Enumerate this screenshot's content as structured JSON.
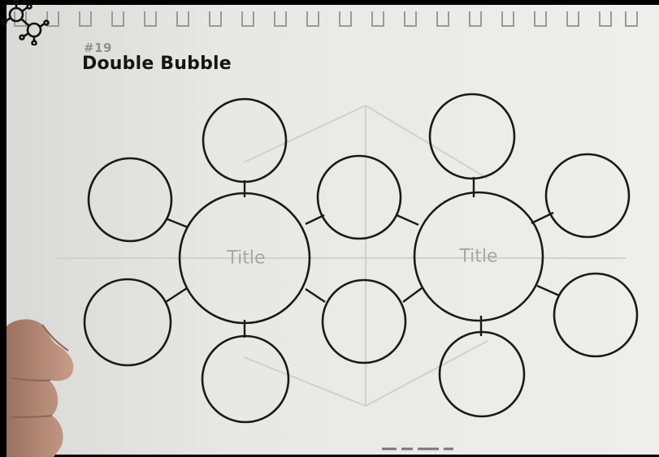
{
  "page": {
    "number": "#19",
    "title": "Double Bubble",
    "icon": "double-bubble-icon",
    "colors": {
      "paper": "#e6e6e4",
      "ink": "#1a1a1a",
      "title_text": "#a7a7a7",
      "skin": "#b88f7c",
      "background": "#000000"
    }
  },
  "diagram": {
    "left_bubble": {
      "title": "Title"
    },
    "right_bubble": {
      "title": "Title"
    }
  }
}
